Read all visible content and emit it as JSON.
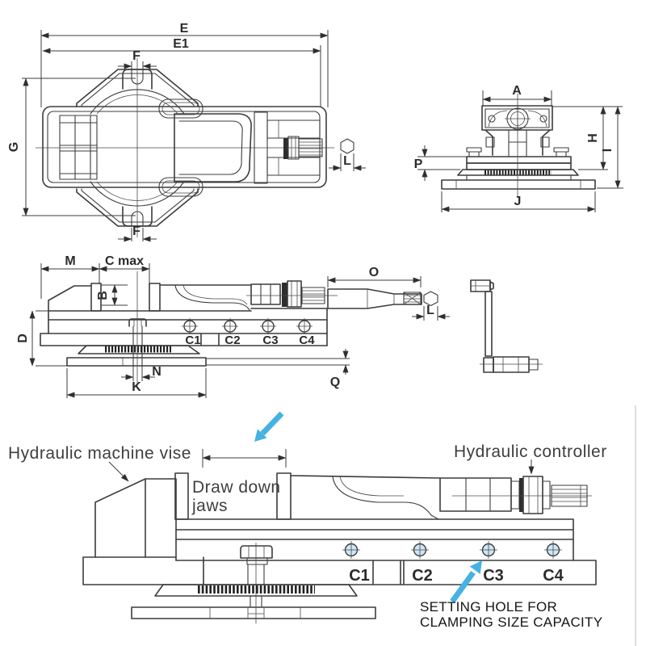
{
  "colors": {
    "line": "#3c3c3c",
    "accent_blue": "#45b2e2",
    "hole_fill": "#cfe6f5",
    "text": "#2b2b2b"
  },
  "top_view": {
    "dim_e": "E",
    "dim_e1": "E1",
    "dim_f_top": "F",
    "dim_g": "G",
    "dim_l": "L",
    "dim_f_bottom": "F"
  },
  "end_view": {
    "dim_a": "A",
    "dim_h": "H",
    "dim_i": "I",
    "dim_p": "P",
    "dim_j": "J"
  },
  "side_view": {
    "dim_m": "M",
    "dim_c_max": "C max",
    "dim_b": "B",
    "dim_d": "D",
    "dim_o": "O",
    "dim_l": "L",
    "dim_n": "N",
    "dim_k": "K",
    "dim_q": "Q",
    "holes": [
      "C1",
      "C2",
      "C3",
      "C4"
    ]
  },
  "annotated_view": {
    "vise_label": "Hydraulic machine vise",
    "jaws_label_line1": "Draw down",
    "jaws_label_line2": "jaws",
    "controller_label": "Hydraulic controller",
    "setting_hole_line1": "SETTING HOLE FOR",
    "setting_hole_line2": "CLAMPING SIZE CAPACITY",
    "holes": [
      "C1",
      "C2",
      "C3",
      "C4"
    ]
  }
}
